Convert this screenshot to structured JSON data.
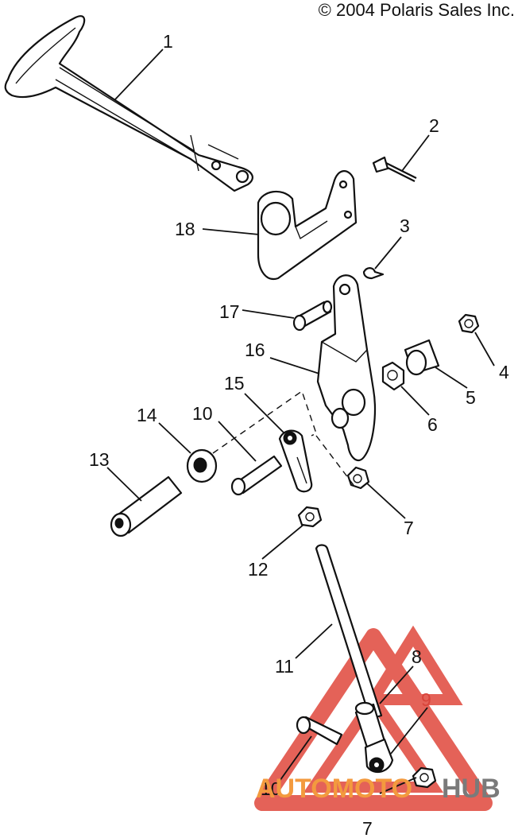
{
  "copyright": "© 2004 Polaris Sales Inc.",
  "callouts": {
    "c1": "1",
    "c2": "2",
    "c3": "3",
    "c4": "4",
    "c5": "5",
    "c6": "6",
    "c7a": "7",
    "c7b": "7",
    "c8": "8",
    "c9": "9",
    "c10a": "10",
    "c10b": "10",
    "c11": "11",
    "c12": "12",
    "c13": "13",
    "c14": "14",
    "c15": "15",
    "c16": "16",
    "c17": "17",
    "c18": "18"
  },
  "watermark": {
    "part1": "AUTOMOTO",
    "part2": "HUB",
    "color_orange": "#f39a3e",
    "color_red": "#e0473c",
    "color_gray": "#7a7a7a"
  }
}
